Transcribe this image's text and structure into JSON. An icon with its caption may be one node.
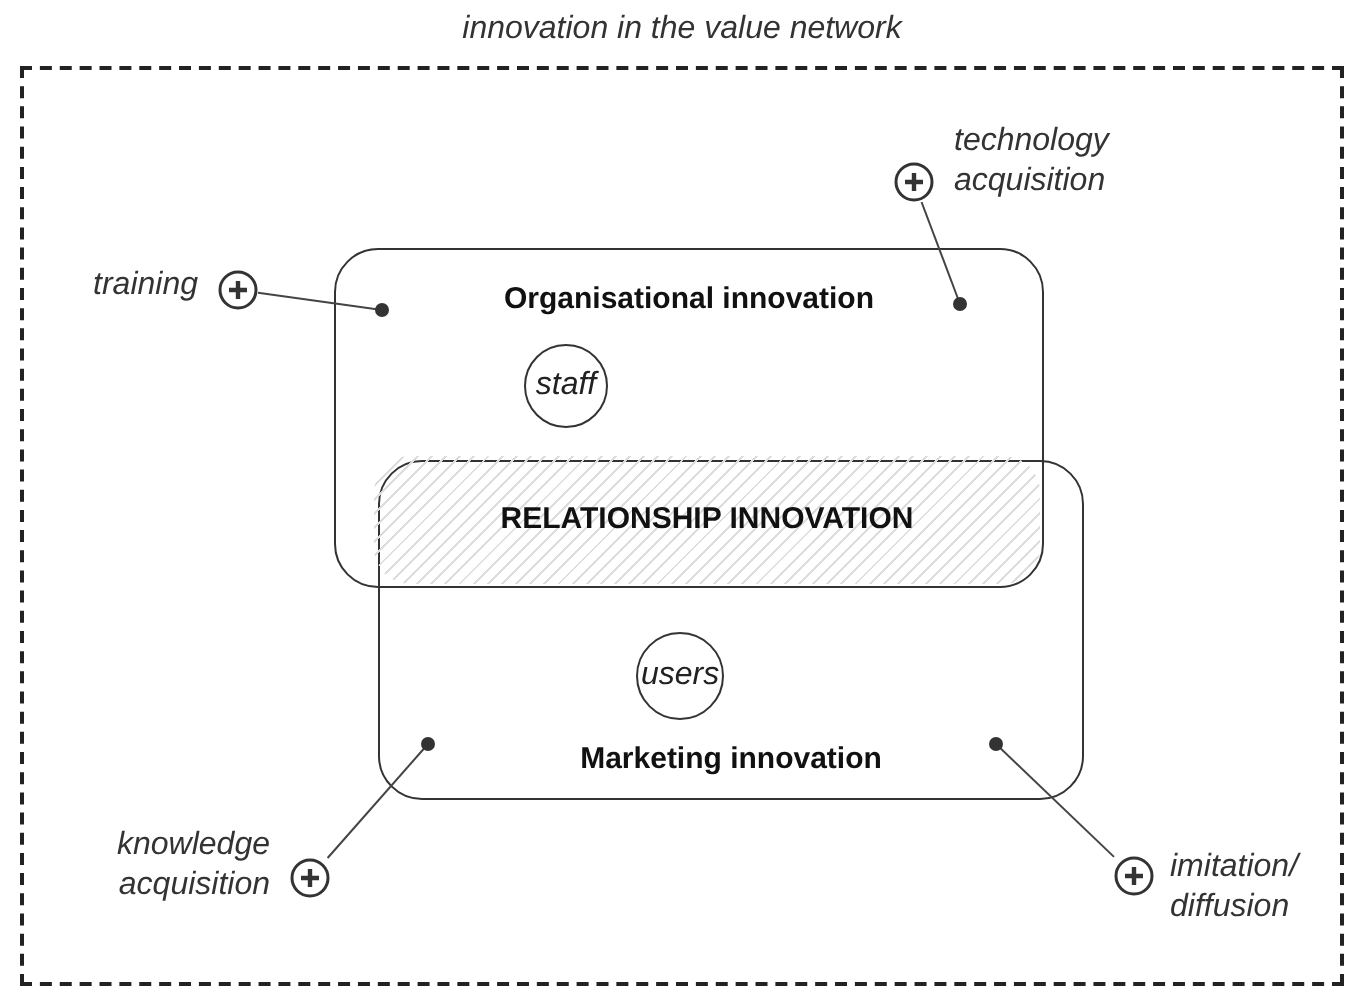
{
  "diagram": {
    "nodes": [
      {
        "text": [
          "innovation in the value network"
        ]
      },
      {
        "text": [
          "Organisational innovation"
        ],
        "in": 0
      },
      {
        "text": [
          "staff"
        ],
        "in": 1
      },
      {
        "text": [
          "RELATIONSHIP INNOVATION"
        ]
      },
      {
        "text": [
          "Marketing innovation"
        ],
        "in": 0
      },
      {
        "text": [
          "users"
        ],
        "in": 4
      },
      {
        "text": [],
        "shape": "circle",
        "beside": [
          "training"
        ],
        "in": 0
      },
      {
        "text": [],
        "shape": "circle",
        "beside": [
          "technology acquisition"
        ],
        "in": 0
      },
      {
        "text": [],
        "shape": "circle",
        "beside": [
          "knowledge acquisition"
        ],
        "in": 0
      },
      {
        "text": [],
        "shape": "circle",
        "beside": [
          "imitation/ diffusion"
        ],
        "in": 0
      }
    ],
    "edges": [
      {
        "from": 6,
        "to": 1,
        "arrow": "other"
      },
      {
        "from": 7,
        "to": 1,
        "arrow": "other"
      },
      {
        "from": 8,
        "to": 4,
        "arrow": "other"
      },
      {
        "from": 9,
        "to": 4,
        "arrow": "other"
      }
    ]
  }
}
